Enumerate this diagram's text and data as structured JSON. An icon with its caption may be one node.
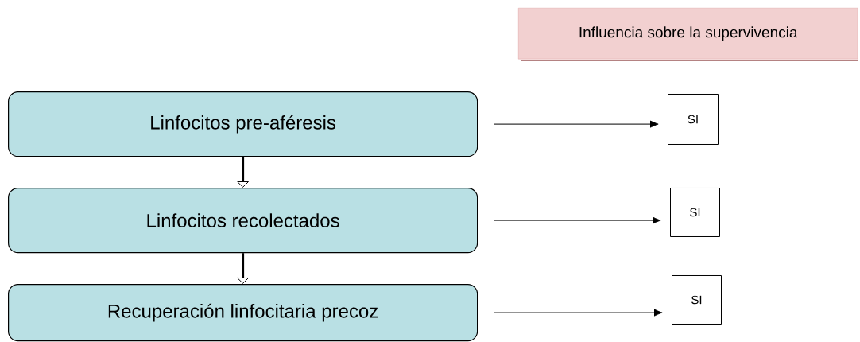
{
  "diagram": {
    "nodes": [
      {
        "text": [
          "Influencia sobre la supervivencia"
        ]
      },
      {
        "text": [
          "Linfocitos pre-aféresis"
        ]
      },
      {
        "text": [
          "Linfocitos recolectados"
        ]
      },
      {
        "text": [
          "Recuperación linfocitaria precoz"
        ]
      },
      {
        "text": [
          "SI"
        ]
      },
      {
        "text": [
          "SI"
        ]
      },
      {
        "text": [
          "SI"
        ]
      }
    ],
    "edges": [
      {
        "from": 1,
        "to": 2,
        "arrow": "to",
        "style": "thick"
      },
      {
        "from": 2,
        "to": 3,
        "arrow": "to",
        "style": "thick"
      },
      {
        "from": 1,
        "to": 4,
        "arrow": "to"
      },
      {
        "from": 2,
        "to": 5,
        "arrow": "to"
      },
      {
        "from": 3,
        "to": 6,
        "arrow": "to"
      }
    ]
  }
}
